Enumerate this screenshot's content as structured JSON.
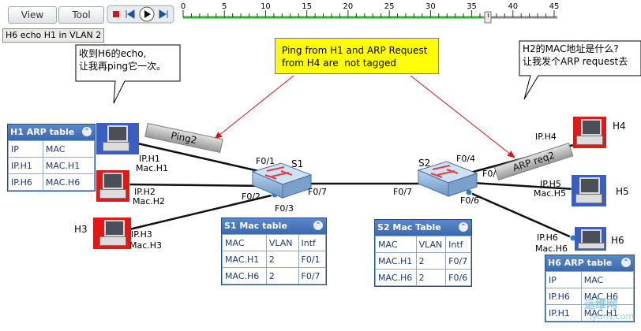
{
  "toolbar": {
    "view_label": "View",
    "tool_label": "Tool",
    "timeline_ticks": [
      "0",
      "5",
      "10",
      "15",
      "20",
      "25",
      "30",
      "35",
      "40",
      "45"
    ],
    "timeline_progress": 36
  },
  "status_text": "H6 echo H1 in VLAN 2",
  "bubbles": {
    "left": "收到H6的echo,\n让我再ping它一次。",
    "right": "H2的MAC地址是什么?\n让我发个ARP request去"
  },
  "note": "Ping from H1 and ARP Request\nfrom H4 are  not tagged",
  "devices": {
    "s1": "S1",
    "s2": "S2",
    "h3": "H3",
    "h4": "H4",
    "h5": "H5",
    "h6": "H6"
  },
  "ports": {
    "s1_f01": "F0/1",
    "s1_f02": "F0/2",
    "s1_f03": "F0/3",
    "s1_f07": "F0/7",
    "s2_f07": "F0/7",
    "s2_f04": "F0/4",
    "s2_f0x": "F0/",
    "s2_f06": "F0/6"
  },
  "host_labels": {
    "h1_ip": "IP.H1",
    "h1_mac": "Mac.H1",
    "h2_ip": "IP.H2",
    "h2_mac": "Mac.H2",
    "h3_ip": "IP.H3",
    "h3_mac": "Mac.H3",
    "h4_ip": "IP.H4",
    "h5_ip": "IP.H5",
    "h5_mac": "Mac.H5",
    "h6_ip": "IP.H6",
    "h6_mac": "Mac.H6"
  },
  "tags": {
    "ping2": "Ping2",
    "arp": "ARP req2"
  },
  "tables": {
    "h1_arp": {
      "title": "H1 ARP table",
      "headers": [
        "IP",
        "MAC"
      ],
      "rows": [
        [
          "IP.H1",
          "MAC.H1"
        ],
        [
          "IP.H6",
          "MAC.H6"
        ]
      ]
    },
    "s1_mac": {
      "title": "S1 Mac table",
      "headers": [
        "MAC",
        "VLAN",
        "Intf"
      ],
      "rows": [
        [
          "MAC.H1",
          "2",
          "F0/1"
        ],
        [
          "MAC.H6",
          "2",
          "F0/7"
        ]
      ]
    },
    "s2_mac": {
      "title": "S2 Mac Table",
      "headers": [
        "MAC",
        "VLAN",
        "Intf"
      ],
      "rows": [
        [
          "MAC.H1",
          "2",
          "F0/7"
        ],
        [
          "MAC.H6",
          "2",
          "F0/6"
        ]
      ]
    },
    "h6_arp": {
      "title": "H6 ARP table",
      "headers": [
        "IP",
        "MAC"
      ],
      "rows": [
        [
          "IP.H6",
          "MAC.H6"
        ],
        [
          "IP.H1",
          "MAC.H1"
        ]
      ]
    }
  },
  "watermark": {
    "text": "运维网",
    "sub": "iyunv.com"
  },
  "colors": {
    "link": "#111111",
    "arrow": "#e01010",
    "accent": "#1d4f90",
    "progress": "#2db12d"
  }
}
